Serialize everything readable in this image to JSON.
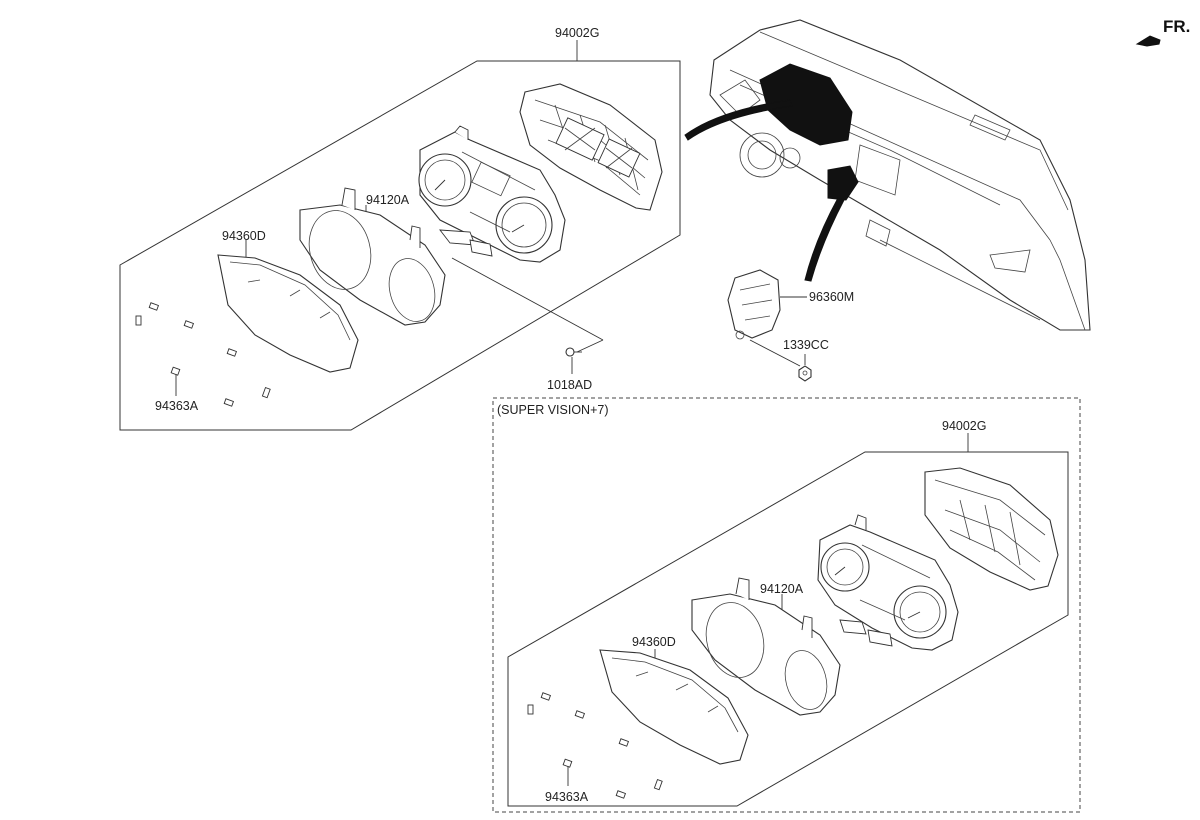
{
  "fr_label": "FR.",
  "main_group": {
    "assembly_label": "94002G",
    "cover_label": "94120A",
    "lens_label": "94360D",
    "clip_label": "94363A",
    "screw_label": "1018AD"
  },
  "dash_group": {
    "bracket_label": "96360M",
    "nut_label": "1339CC"
  },
  "super_vision_group": {
    "title": "(SUPER VISION+7)",
    "assembly_label": "94002G",
    "cover_label": "94120A",
    "lens_label": "94360D",
    "clip_label": "94363A"
  },
  "colors": {
    "line": "#333333",
    "fill": "#ffffff",
    "dark_fill": "#111111"
  }
}
